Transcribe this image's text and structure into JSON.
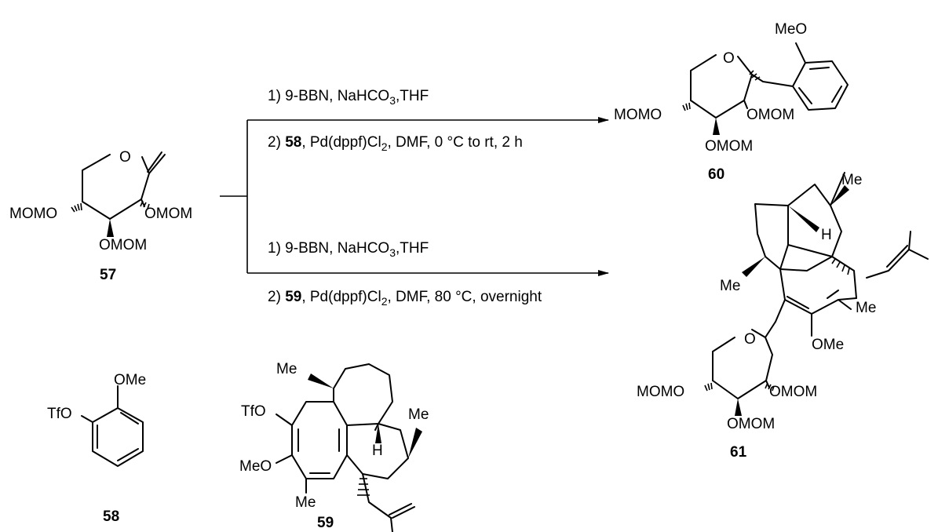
{
  "compounds": [
    {
      "id": "57",
      "substituents": [
        "MOMO",
        "OMOM",
        "OMOM"
      ],
      "ring_oxygen": "O"
    },
    {
      "id": "58",
      "substituents": [
        "TfO",
        "OMe"
      ]
    },
    {
      "id": "59",
      "substituents": [
        "Me",
        "TfO",
        "Me",
        "H",
        "MeO",
        "Me"
      ]
    },
    {
      "id": "60",
      "substituents": [
        "MeO",
        "O",
        "MOMO",
        "OMOM",
        "OMOM"
      ]
    },
    {
      "id": "61",
      "substituents": [
        "Me",
        "H",
        "Me",
        "Me",
        "O",
        "OMe",
        "MOMO",
        "OMOM",
        "OMOM"
      ]
    }
  ],
  "reactions": [
    {
      "name": "top-route",
      "step1": {
        "prefix": "1) 9-BBN, NaHCO",
        "sub": "3",
        "suffix": ",THF"
      },
      "step2": {
        "step": "2) ",
        "reagent": "58",
        "mid": ", Pd(dppf)Cl",
        "sub": "2",
        "suffix": ", DMF, 0 °C to rt, 2 h"
      }
    },
    {
      "name": "bottom-route",
      "step1": {
        "prefix": "1) 9-BBN, NaHCO",
        "sub": "3",
        "suffix": ",THF"
      },
      "step2": {
        "step": "2) ",
        "reagent": "59",
        "mid": ", Pd(dppf)Cl",
        "sub": "2",
        "suffix": ", DMF, 80 °C, overnight"
      }
    }
  ]
}
